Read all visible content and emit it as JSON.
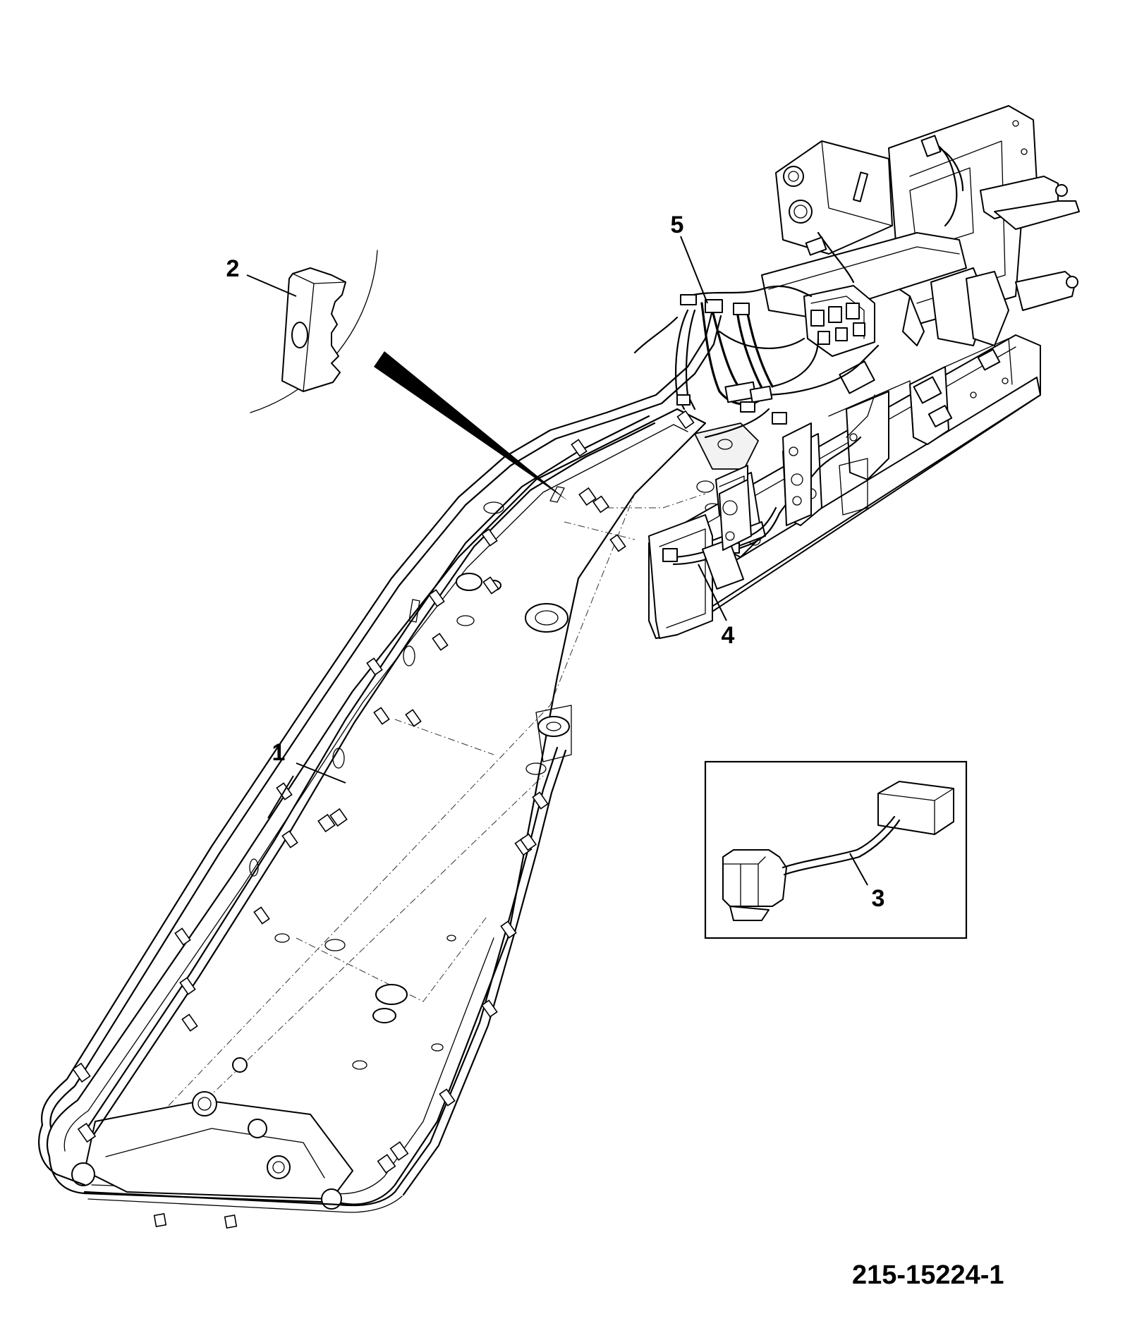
{
  "callouts": [
    {
      "label": "1"
    },
    {
      "label": "2"
    },
    {
      "label": "3"
    },
    {
      "label": "4"
    },
    {
      "label": "5"
    }
  ],
  "figure_number": "215-15224-1"
}
